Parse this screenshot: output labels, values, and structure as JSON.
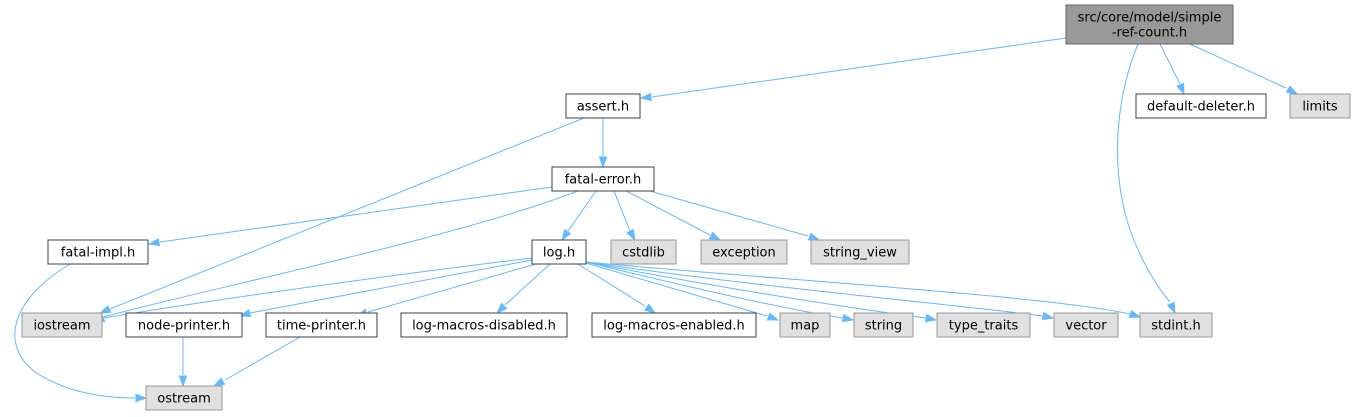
{
  "graph": {
    "edge_color": "#63b8ff",
    "node_fill_local": "#ffffff",
    "node_fill_system": "#e0e0e0",
    "node_fill_root": "#999999",
    "nodes": [
      {
        "id": "root",
        "label_lines": [
          "src/core/model/simple",
          "-ref-count.h"
        ],
        "kind": "root"
      },
      {
        "id": "assert",
        "label_lines": [
          "assert.h"
        ],
        "kind": "local"
      },
      {
        "id": "default_deleter",
        "label_lines": [
          "default-deleter.h"
        ],
        "kind": "local"
      },
      {
        "id": "limits",
        "label_lines": [
          "limits"
        ],
        "kind": "system"
      },
      {
        "id": "fatal_error",
        "label_lines": [
          "fatal-error.h"
        ],
        "kind": "local"
      },
      {
        "id": "fatal_impl",
        "label_lines": [
          "fatal-impl.h"
        ],
        "kind": "local"
      },
      {
        "id": "log",
        "label_lines": [
          "log.h"
        ],
        "kind": "local"
      },
      {
        "id": "cstdlib",
        "label_lines": [
          "cstdlib"
        ],
        "kind": "system"
      },
      {
        "id": "exception",
        "label_lines": [
          "exception"
        ],
        "kind": "system"
      },
      {
        "id": "string_view",
        "label_lines": [
          "string_view"
        ],
        "kind": "system"
      },
      {
        "id": "iostream",
        "label_lines": [
          "iostream"
        ],
        "kind": "system"
      },
      {
        "id": "node_printer",
        "label_lines": [
          "node-printer.h"
        ],
        "kind": "local"
      },
      {
        "id": "time_printer",
        "label_lines": [
          "time-printer.h"
        ],
        "kind": "local"
      },
      {
        "id": "log_macros_disabled",
        "label_lines": [
          "log-macros-disabled.h"
        ],
        "kind": "local"
      },
      {
        "id": "log_macros_enabled",
        "label_lines": [
          "log-macros-enabled.h"
        ],
        "kind": "local"
      },
      {
        "id": "map",
        "label_lines": [
          "map"
        ],
        "kind": "system"
      },
      {
        "id": "string",
        "label_lines": [
          "string"
        ],
        "kind": "system"
      },
      {
        "id": "type_traits",
        "label_lines": [
          "type_traits"
        ],
        "kind": "system"
      },
      {
        "id": "vector",
        "label_lines": [
          "vector"
        ],
        "kind": "system"
      },
      {
        "id": "stdint",
        "label_lines": [
          "stdint.h"
        ],
        "kind": "system"
      },
      {
        "id": "ostream",
        "label_lines": [
          "ostream"
        ],
        "kind": "system"
      }
    ],
    "edges": [
      {
        "from": "root",
        "to": "assert"
      },
      {
        "from": "root",
        "to": "default_deleter"
      },
      {
        "from": "root",
        "to": "limits"
      },
      {
        "from": "root",
        "to": "stdint"
      },
      {
        "from": "assert",
        "to": "fatal_error"
      },
      {
        "from": "assert",
        "to": "iostream"
      },
      {
        "from": "fatal_error",
        "to": "fatal_impl"
      },
      {
        "from": "fatal_error",
        "to": "log"
      },
      {
        "from": "fatal_error",
        "to": "cstdlib"
      },
      {
        "from": "fatal_error",
        "to": "exception"
      },
      {
        "from": "fatal_error",
        "to": "string_view"
      },
      {
        "from": "fatal_error",
        "to": "iostream"
      },
      {
        "from": "fatal_impl",
        "to": "ostream"
      },
      {
        "from": "log",
        "to": "iostream"
      },
      {
        "from": "log",
        "to": "node_printer"
      },
      {
        "from": "log",
        "to": "time_printer"
      },
      {
        "from": "log",
        "to": "log_macros_disabled"
      },
      {
        "from": "log",
        "to": "log_macros_enabled"
      },
      {
        "from": "log",
        "to": "map"
      },
      {
        "from": "log",
        "to": "string"
      },
      {
        "from": "log",
        "to": "type_traits"
      },
      {
        "from": "log",
        "to": "vector"
      },
      {
        "from": "log",
        "to": "stdint"
      },
      {
        "from": "node_printer",
        "to": "ostream"
      },
      {
        "from": "time_printer",
        "to": "ostream"
      }
    ]
  }
}
